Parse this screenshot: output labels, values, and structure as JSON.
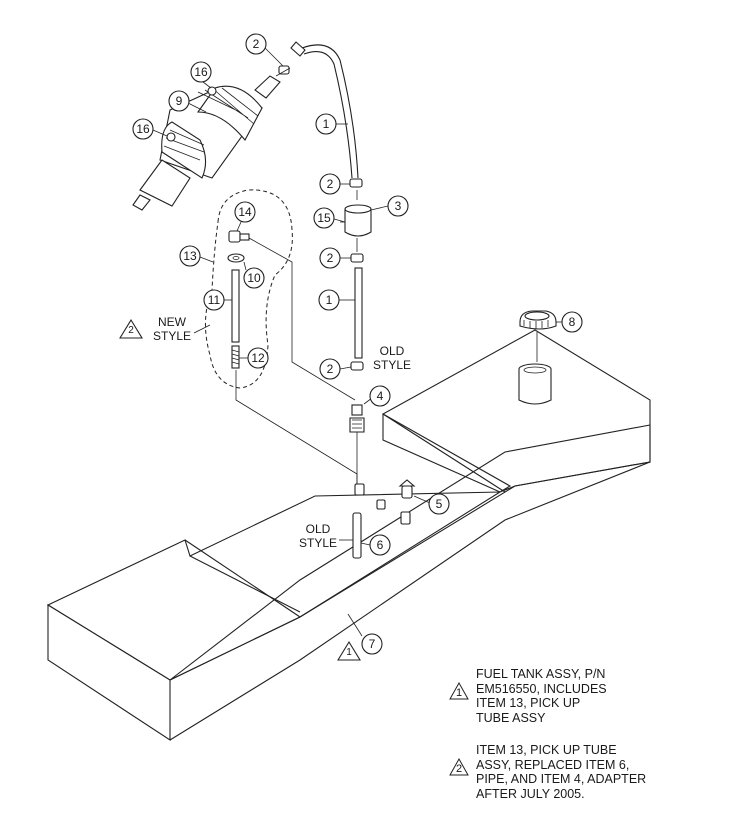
{
  "callouts": {
    "c1a": "1",
    "c1b": "1",
    "c2a": "2",
    "c2b": "2",
    "c2c": "2",
    "c2d": "2",
    "c3": "3",
    "c4": "4",
    "c5": "5",
    "c6": "6",
    "c7": "7",
    "c8": "8",
    "c9": "9",
    "c10": "10",
    "c11": "11",
    "c12": "12",
    "c13": "13",
    "c14": "14",
    "c15": "15",
    "c16a": "16",
    "c16b": "16"
  },
  "labels": {
    "new_style_1": "NEW",
    "new_style_2": "STYLE",
    "old_style_top_1": "OLD",
    "old_style_top_2": "STYLE",
    "old_style_bottom_1": "OLD",
    "old_style_bottom_2": "STYLE"
  },
  "triangles": {
    "new_style": "2",
    "tank": "1",
    "note1": "1",
    "note2": "2"
  },
  "notes": {
    "note1": "FUEL TANK ASSY, P/N\nEM516550, INCLUDES\nITEM 13, PICK UP\nTUBE ASSY",
    "note2": "ITEM 13, PICK UP TUBE\nASSY, REPLACED ITEM 6,\nPIPE, AND ITEM 4, ADAPTER\nAFTER JULY 2005."
  }
}
